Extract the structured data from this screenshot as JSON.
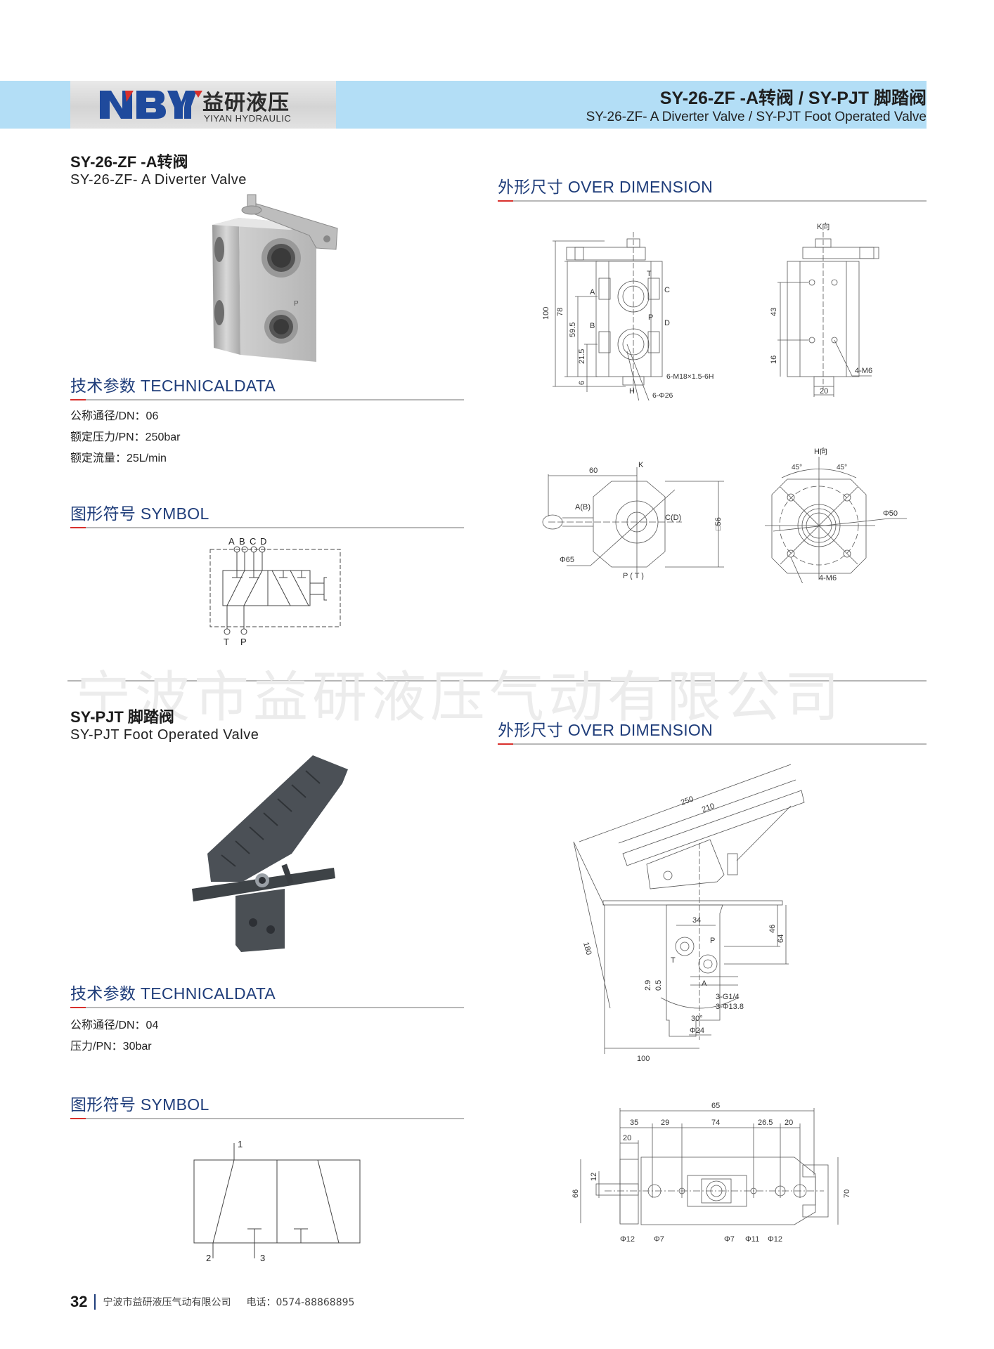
{
  "header": {
    "logo_mark": "NBYY",
    "logo_cn": "益研液压",
    "logo_en": "YIYAN HYDRAULIC",
    "title_cn": "SY-26-ZF -A转阀 / SY-PJT 脚踏阀",
    "title_en": "SY-26-ZF- A Diverter Valve / SY-PJT Foot Operated Valve",
    "band_color": "#b3def6",
    "logo_blue": "#1f4a9c",
    "logo_red": "#d9302c"
  },
  "product1": {
    "title_cn": "SY-26-ZF -A转阀",
    "title_en": "SY-26-ZF- A Diverter Valve",
    "photo": "diverter-valve-photo",
    "photo_port_label": "P",
    "tech_heading": "技术参数 TECHNICALDATA",
    "specs": [
      "公称通径/DN：06",
      "额定压力/PN：250bar",
      "额定流量：25L/min"
    ],
    "symbol_heading": "图形符号 SYMBOL",
    "symbol": {
      "top_ports": [
        "A",
        "B",
        "C",
        "D"
      ],
      "bottom_ports": [
        "T",
        "P"
      ]
    },
    "dimension_heading": "外形尺寸 OVER DIMENSION",
    "front_view": {
      "port_labels": [
        "T",
        "A",
        "C",
        "P",
        "B",
        "D",
        "H"
      ],
      "dims": [
        "100",
        "78",
        "59.5",
        "21.5",
        "6"
      ],
      "callouts": [
        "6-M18×1.5-6H",
        "6-Φ26"
      ]
    },
    "side_view": {
      "view_label": "K向",
      "dims": [
        "43",
        "16",
        "20"
      ],
      "callouts": [
        "4-M6"
      ]
    },
    "top_view": {
      "dims": [
        "60",
        "□56"
      ],
      "labels": [
        "K",
        "A(B)",
        "C(D)",
        "Φ65",
        "P ( T )"
      ]
    },
    "bottom_view": {
      "view_label": "H向",
      "angles": [
        "45°",
        "45°"
      ],
      "dims": [
        "Φ50"
      ],
      "callouts": [
        "4-M6"
      ]
    }
  },
  "watermark": "宁波市益研液压气动有限公司",
  "product2": {
    "title_cn": "SY-PJT 脚踏阀",
    "title_en": "SY-PJT Foot Operated Valve",
    "photo": "foot-valve-photo",
    "tech_heading": "技术参数 TECHNICALDATA",
    "specs": [
      "公称通径/DN：04",
      "压力/PN：30bar"
    ],
    "symbol_heading": "图形符号 SYMBOL",
    "symbol": {
      "ports": [
        "1",
        "2",
        "3"
      ]
    },
    "dimension_heading": "外形尺寸 OVER DIMENSION",
    "side_view": {
      "dims": [
        "250",
        "210",
        "180",
        "34",
        "46",
        "64",
        "2.9",
        "0.5",
        "30°",
        "Φ24",
        "100"
      ],
      "labels": [
        "P",
        "T",
        "A"
      ],
      "callouts": [
        "3-G1/4",
        "3-Φ13.8"
      ]
    },
    "plan_view": {
      "dims_top": [
        "65",
        "35",
        "29",
        "74",
        "26.5",
        "20",
        "20"
      ],
      "dims_side": [
        "66",
        "12",
        "70"
      ],
      "holes": [
        "Φ12",
        "Φ7",
        "Φ7",
        "Φ11",
        "Φ12"
      ]
    }
  },
  "footer": {
    "page_number": "32",
    "company": "宁波市益研液压气动有限公司",
    "phone": "电话：0574-88868895"
  }
}
